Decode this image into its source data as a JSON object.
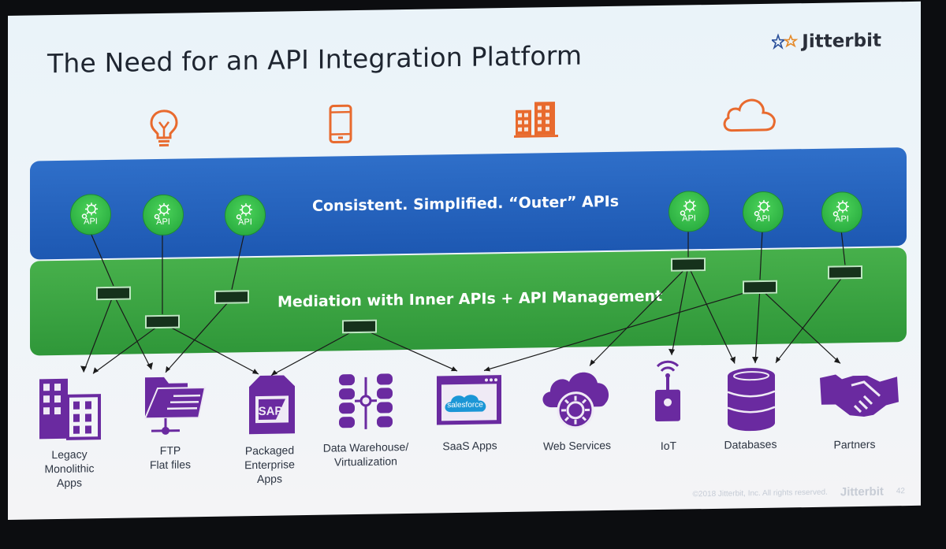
{
  "slide": {
    "title": "The Need for an API Integration Platform",
    "brand": "Jitterbit",
    "outer_band_text": "Consistent.  Simplified.  “Outer” APIs",
    "inner_band_text": "Mediation with Inner APIs + API Management",
    "api_badge_label": "API",
    "top_icons": [
      "lightbulb-icon",
      "mobile-phone-icon",
      "buildings-icon",
      "cloud-icon"
    ],
    "bottom_items": [
      {
        "label": "Legacy\nMonolithic\nApps",
        "icon": "legacy-buildings-icon"
      },
      {
        "label": "FTP\nFlat files",
        "icon": "folder-icon"
      },
      {
        "label": "Packaged\nEnterprise\nApps",
        "icon": "sap-box-icon",
        "icon_text": "SAP"
      },
      {
        "label": "Data Warehouse/\nVirtualization",
        "icon": "data-warehouse-icon"
      },
      {
        "label": "SaaS Apps",
        "icon": "salesforce-window-icon",
        "icon_text": "salesforce"
      },
      {
        "label": "Web Services",
        "icon": "cloud-gear-icon"
      },
      {
        "label": "IoT",
        "icon": "iot-device-icon"
      },
      {
        "label": "Databases",
        "icon": "database-icon"
      },
      {
        "label": "Partners",
        "icon": "handshake-icon"
      }
    ],
    "footer_copyright": "©2018 Jitterbit, Inc. All rights reserved.",
    "footer_brand": "Jitterbit",
    "page_number": "42"
  },
  "colors": {
    "outer_band": "#2565c0",
    "inner_band": "#3ea444",
    "api_badge": "#2fb24a",
    "top_icons": "#e86a2e",
    "bottom_icons": "#6a2aa0"
  }
}
